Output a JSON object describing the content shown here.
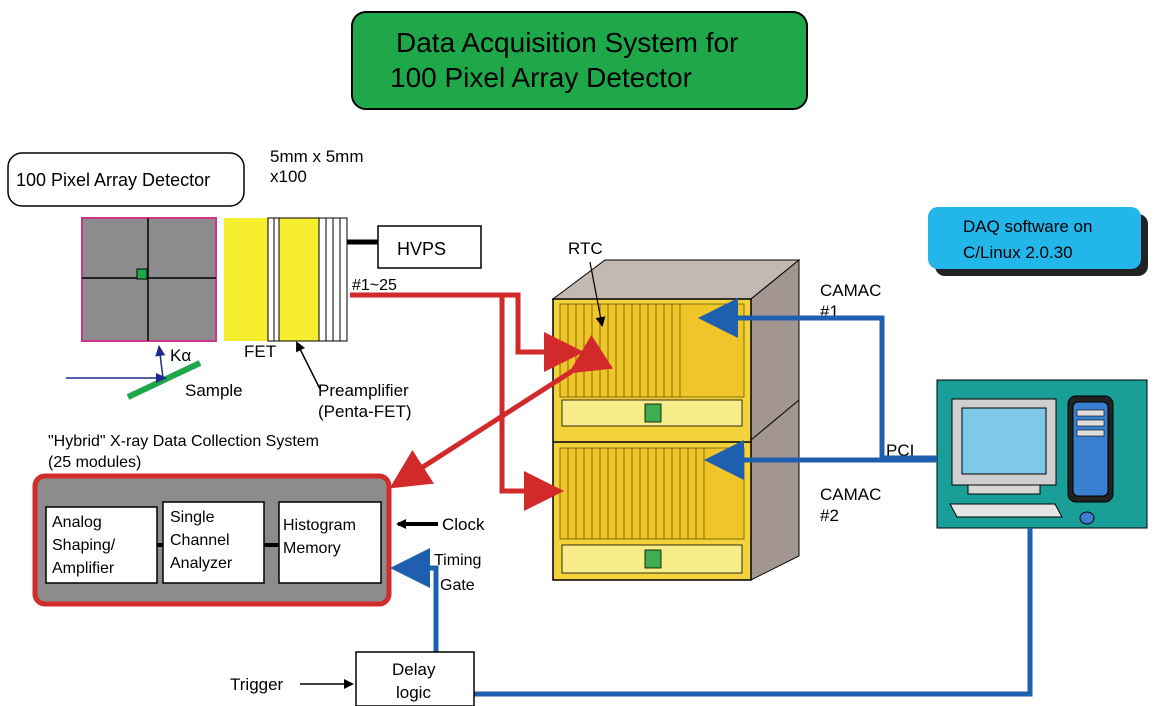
{
  "title": {
    "line1": "Data Acquisition System for",
    "line2": "100 Pixel Array Detector",
    "color": "#1ea84a"
  },
  "detector": {
    "label": "100 Pixel Array Detector",
    "size_line1": "5mm x 5mm",
    "size_line2": "x100",
    "face_color": "#8c8c8c",
    "border_color": "#d0358a"
  },
  "fet": {
    "label": "FET",
    "color": "#f7ee2f"
  },
  "preamplifier": {
    "line1": "Preamplifier",
    "line2": "(Penta-FET)"
  },
  "hvps": {
    "label": "HVPS"
  },
  "sample": {
    "label": "Sample",
    "k_alpha": "Kα"
  },
  "channels": {
    "label": "#1~25"
  },
  "rtc": {
    "label": "RTC"
  },
  "camac1": {
    "line1": "CAMAC",
    "line2": "#1"
  },
  "camac2": {
    "line1": "CAMAC",
    "line2": "#2"
  },
  "pci": {
    "label": "PCI"
  },
  "software": {
    "line1": "DAQ software on",
    "line2": "C/Linux 2.0.30",
    "color": "#22b6ea"
  },
  "hybrid": {
    "line1": "\"Hybrid\" X-ray Data Collection System",
    "line2": "(25 modules)",
    "shaper": {
      "line1": "Analog",
      "line2": "Shaping/",
      "line3": "Amplifier"
    },
    "sca": {
      "line1": "Single",
      "line2": "Channel",
      "line3": "Analyzer"
    },
    "histogram": {
      "line1": "Histogram",
      "line2": "Memory"
    }
  },
  "clock": {
    "label": "Clock"
  },
  "timing_gate": {
    "line1": "Timing",
    "line2": "Gate"
  },
  "trigger": {
    "label": "Trigger"
  },
  "delay": {
    "line1": "Delay",
    "line2": "logic"
  },
  "colors": {
    "red_line": "#d22a2a",
    "blue_line": "#1f5fb0",
    "crate_yellow": "#f3d23c",
    "crate_side": "#a39690",
    "pc_bg": "#1a9e98"
  }
}
